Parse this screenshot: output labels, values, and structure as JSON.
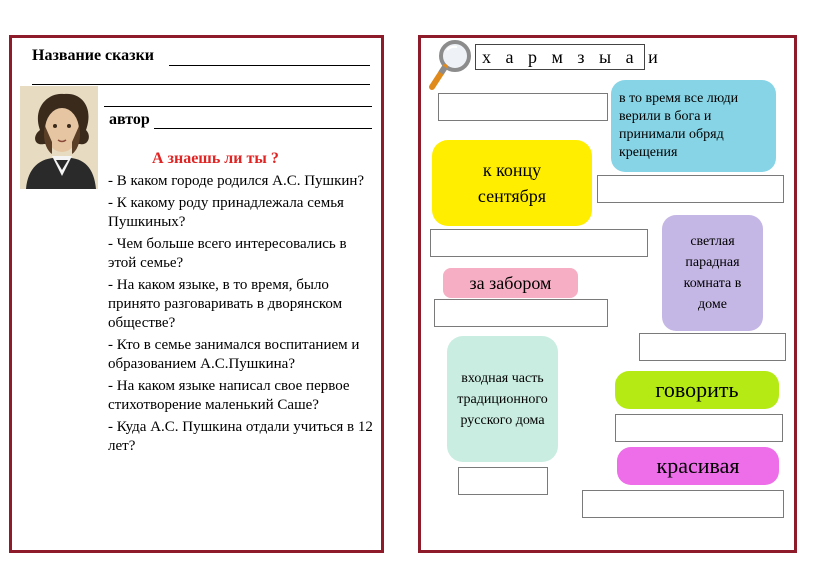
{
  "left": {
    "title_label": "Название сказки",
    "author_label": "автор",
    "question_heading": "А знаешь ли ты ?",
    "questions": [
      "- В каком городе родился А.С. Пушкин?",
      "- К какому роду принадлежала семья Пушкиных?",
      "- Чем больше всего интересовались в этой семье?",
      "- На каком языке, в то время, было принято разговаривать в дворянском обществе?",
      "- Кто в семье занимался воспитанием и образованием А.С.Пушкина?",
      "- На каком языке написал свое первое стихотворение маленький Саше?",
      "- Куда А.С. Пушкина отдали учиться в 12 лет?"
    ],
    "portrait_icon": "portrait-icon"
  },
  "right": {
    "letters": "х а р м з ы а и",
    "magnifier_icon": "magnifier-icon",
    "cards": [
      {
        "text": "в то время все люди верили в бога и принимали обряд крещения",
        "color": "#87d4e6"
      },
      {
        "text": "к концу сентября",
        "color": "#ffee00"
      },
      {
        "text": "светлая парадная комната в доме",
        "color": "#c5b7e5"
      },
      {
        "text": "за забором",
        "color": "#f5aec4"
      },
      {
        "text": "входная часть традиционного русского дома",
        "color": "#c9ede1"
      },
      {
        "text": "говорить",
        "color": "#b5ea14"
      },
      {
        "text": "красивая",
        "color": "#ee6de9"
      }
    ]
  }
}
